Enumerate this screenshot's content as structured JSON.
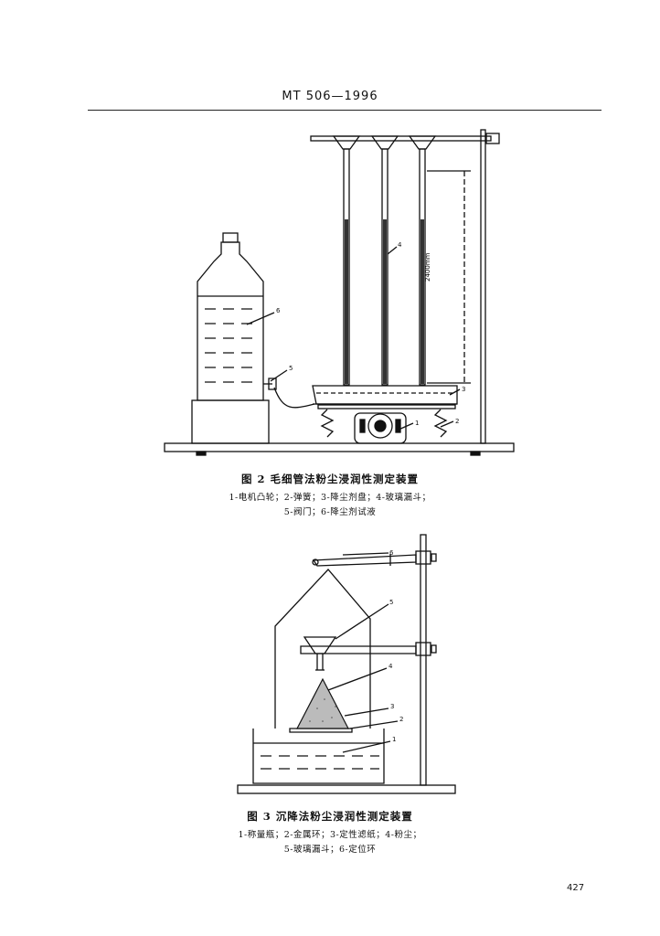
{
  "header": {
    "doc_code": "MT 506—1996"
  },
  "figure2": {
    "title": "图 2   毛细管法粉尘浸润性测定装置",
    "legend_line1": "1-电机凸轮；2-弹簧；3-降尘剂盘；4-玻璃漏斗；",
    "legend_line2": "5-阀门；6-降尘剂试液",
    "dimension_label": "2400mm",
    "callouts": [
      "6",
      "5",
      "4",
      "3",
      "2",
      "1"
    ]
  },
  "figure3": {
    "title": "图 3   沉降法粉尘浸润性测定装置",
    "legend_line1": "1-称量瓶；2-金属环；3-定性滤纸；4-粉尘；",
    "legend_line2": "5-玻璃漏斗；6-定位环",
    "callouts": [
      "6",
      "5",
      "4",
      "3",
      "2",
      "1"
    ]
  },
  "footer": {
    "page_number": "427"
  }
}
